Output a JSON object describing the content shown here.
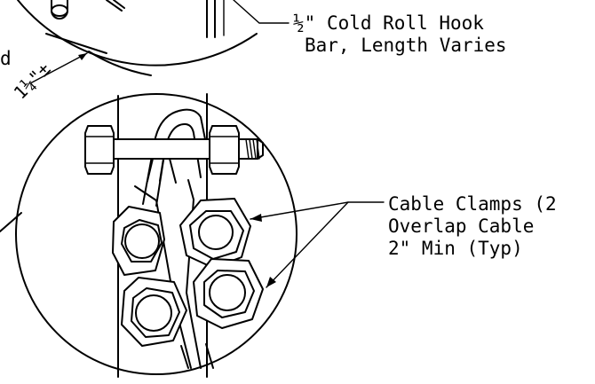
{
  "labels": {
    "hook_bar_line1_frac": "½",
    "hook_bar_line1_rest": "\" Cold Roll Hook",
    "hook_bar_line2": "Bar, Length Varies",
    "clamps_line1": "Cable Clamps (2",
    "clamps_line2": "Overlap Cable",
    "clamps_line3": "2\" Min (Typ)",
    "left_fragment": "d",
    "dimension": "1¼\"±"
  }
}
